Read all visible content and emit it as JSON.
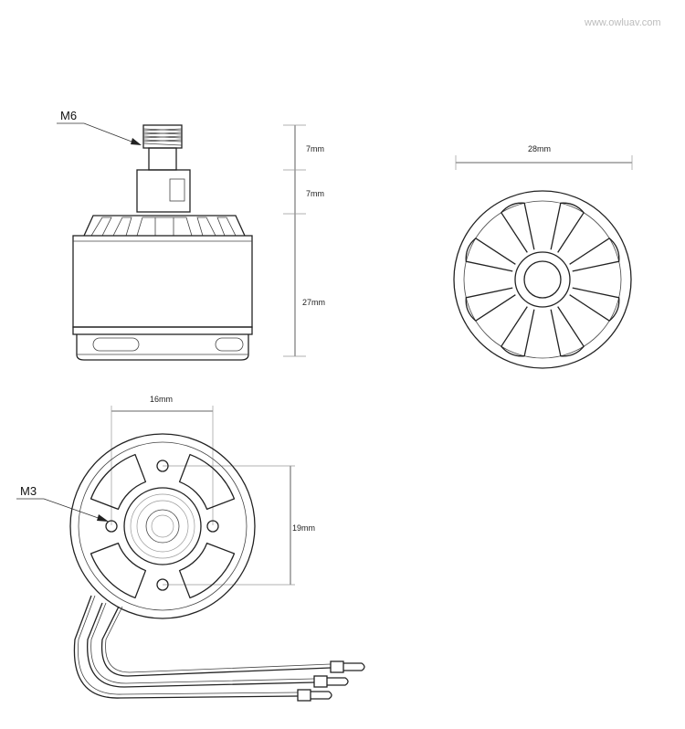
{
  "watermark": "www.owluav.com",
  "side_view": {
    "thread_label": "M6",
    "dimensions": [
      "7mm",
      "7mm",
      "27mm"
    ]
  },
  "top_view": {
    "diameter": "28mm"
  },
  "bottom_view": {
    "hole_label": "M3",
    "spacing_horizontal": "16mm",
    "spacing_vertical": "19mm"
  }
}
